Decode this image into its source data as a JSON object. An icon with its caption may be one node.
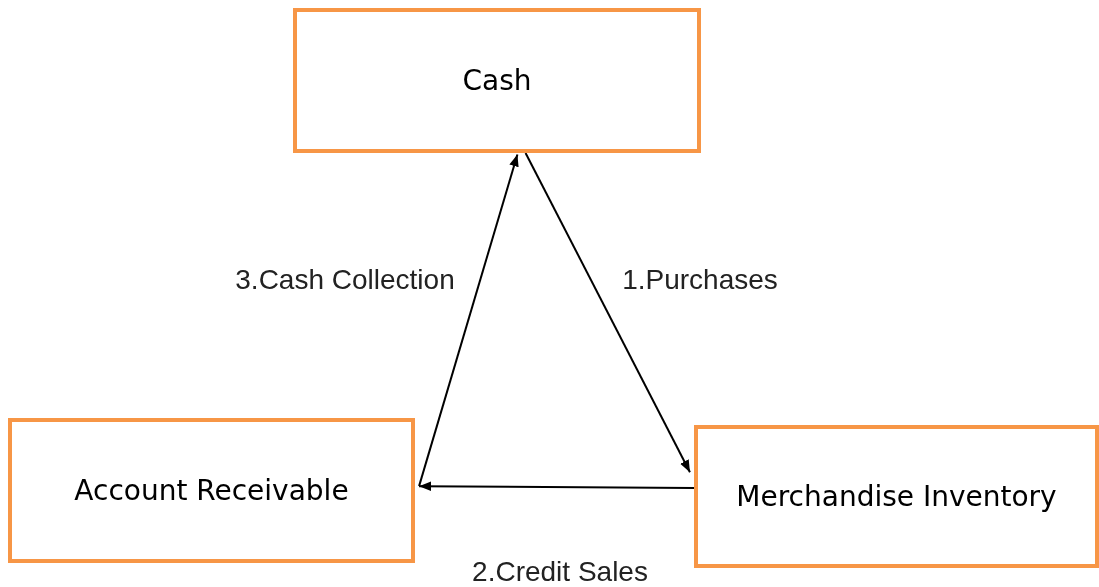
{
  "diagram": {
    "nodes": [
      {
        "text": [
          "Cash"
        ]
      },
      {
        "text": [
          "Account Receivable"
        ]
      },
      {
        "text": [
          "Merchandise Inventory"
        ]
      }
    ],
    "edges": [
      {
        "from": 0,
        "to": 2,
        "arrow": "to",
        "label": "1.Purchases"
      },
      {
        "from": 2,
        "to": 1,
        "arrow": "to",
        "label": "2.Credit Sales"
      },
      {
        "from": 1,
        "to": 0,
        "arrow": "to",
        "label": "3.Cash Collection"
      }
    ]
  }
}
